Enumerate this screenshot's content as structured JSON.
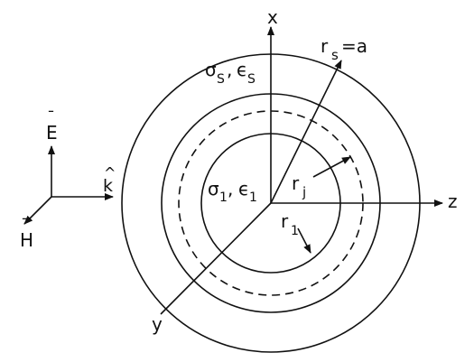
{
  "diagram": {
    "labels": {
      "x_axis": "x",
      "y_axis": "y",
      "z_axis": "z",
      "outer_radius": "r",
      "outer_radius_sub": "s",
      "outer_radius_eq": "=a",
      "shell_material_sigma": "σ",
      "shell_material_sigma_sub": "S",
      "shell_material_sep": ",",
      "shell_material_eps": "ϵ",
      "shell_material_eps_sub": "S",
      "core_material_sigma": "σ",
      "core_material_sigma_sub": "1",
      "core_material_sep": ",",
      "core_material_eps": "ϵ",
      "core_material_eps_sub": "1",
      "layer_radius": "r",
      "layer_radius_sub": "j",
      "core_radius": "r",
      "core_radius_sub": "1",
      "e_field": "E",
      "h_field": "H",
      "k_vector": "k",
      "bar": "¯",
      "hat": "^"
    }
  }
}
